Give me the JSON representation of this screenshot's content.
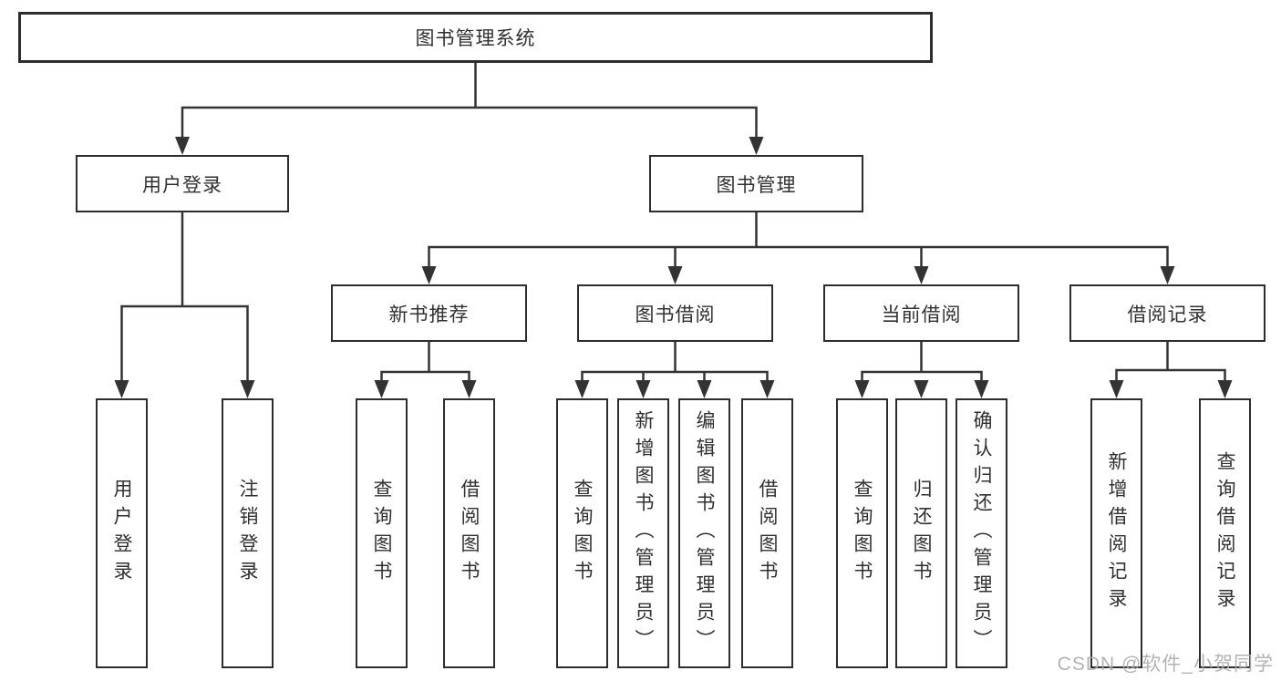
{
  "diagram": {
    "root": {
      "label": "图书管理系统"
    },
    "level2": [
      {
        "label": "用户登录"
      },
      {
        "label": "图书管理"
      }
    ],
    "level3": [
      {
        "label": "新书推荐"
      },
      {
        "label": "图书借阅"
      },
      {
        "label": "当前借阅"
      },
      {
        "label": "借阅记录"
      }
    ],
    "leaves": {
      "user_login": [
        {
          "label": "用户登录"
        },
        {
          "label": "注销登录"
        }
      ],
      "new_book": [
        {
          "label": "查询图书"
        },
        {
          "label": "借阅图书"
        }
      ],
      "book_borrow": [
        {
          "label": "查询图书"
        },
        {
          "label": "新增图书（管理员）"
        },
        {
          "label": "编辑图书（管理员）"
        },
        {
          "label": "借阅图书"
        }
      ],
      "current_borrow": [
        {
          "label": "查询图书"
        },
        {
          "label": "归还图书"
        },
        {
          "label": "确认归还（管理员）"
        }
      ],
      "borrow_record": [
        {
          "label": "新增借阅记录"
        },
        {
          "label": "查询借阅记录"
        }
      ]
    },
    "watermark": "CSDN @软件_小贺同学",
    "colors": {
      "line": "#333333",
      "box_border": "#2d2d2d",
      "box_fill": "#ffffff",
      "text": "#303030",
      "watermark": "#ababab"
    }
  }
}
